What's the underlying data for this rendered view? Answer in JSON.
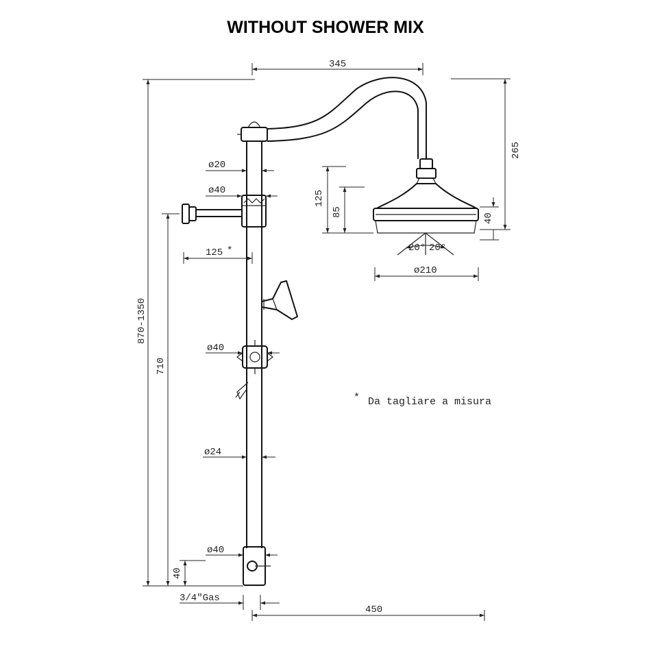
{
  "title": "WITHOUT SHOWER MIX",
  "dimensions": {
    "arm_reach": "345",
    "arm_height": "265",
    "head_height": "125",
    "head_body": "85",
    "head_rim": "40",
    "angle_left": "20°",
    "angle_right": "20°",
    "head_diameter": "ø210",
    "pipe_top": "ø20",
    "clamp_top": "ø40",
    "bracket_reach": "125",
    "bracket_mark": "*",
    "slider": "ø40",
    "pipe_lower": "ø24",
    "base": "ø40",
    "base_height": "40",
    "bracket_height": "710",
    "total_height": "870-1350",
    "inlet": "3/4\"Gas",
    "total_reach": "450"
  },
  "note": {
    "mark": "*",
    "text": "Da tagliare a misura"
  }
}
